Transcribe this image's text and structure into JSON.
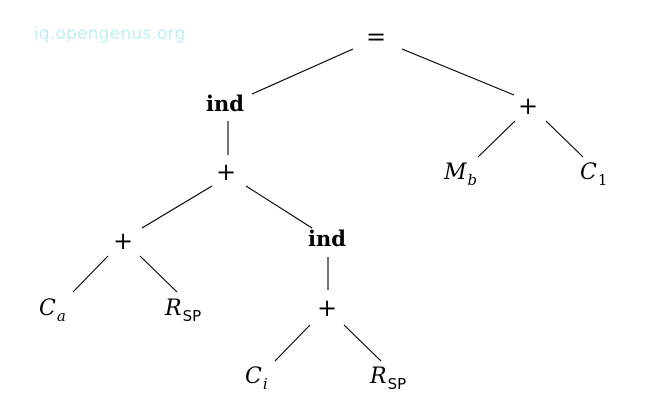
{
  "watermark": {
    "text": "iq.opengenus.org",
    "color": "#bfeef6"
  },
  "tree": {
    "root": {
      "label": "=",
      "kind": "op",
      "children": [
        "n_ind_top",
        "n_plus_right"
      ]
    },
    "nodes": {
      "n_root": {
        "label": "=",
        "kind": "op"
      },
      "n_ind_top": {
        "label": "ind",
        "kind": "kw"
      },
      "n_plus_right": {
        "label": "+",
        "kind": "op"
      },
      "n_Mb": {
        "label": "M",
        "sub": "b",
        "kind": "var"
      },
      "n_C1": {
        "label": "C",
        "sub": "1",
        "kind": "var"
      },
      "n_plus_mid": {
        "label": "+",
        "kind": "op"
      },
      "n_plus_left": {
        "label": "+",
        "kind": "op"
      },
      "n_ind_mid": {
        "label": "ind",
        "kind": "kw"
      },
      "n_Ca": {
        "label": "C",
        "sub": "a",
        "kind": "var"
      },
      "n_RSP_1": {
        "label": "R",
        "sub": "SP",
        "kind": "var"
      },
      "n_plus_low": {
        "label": "+",
        "kind": "op"
      },
      "n_Ci": {
        "label": "C",
        "sub": "i",
        "kind": "var"
      },
      "n_RSP_2": {
        "label": "R",
        "sub": "SP",
        "kind": "var"
      }
    }
  }
}
